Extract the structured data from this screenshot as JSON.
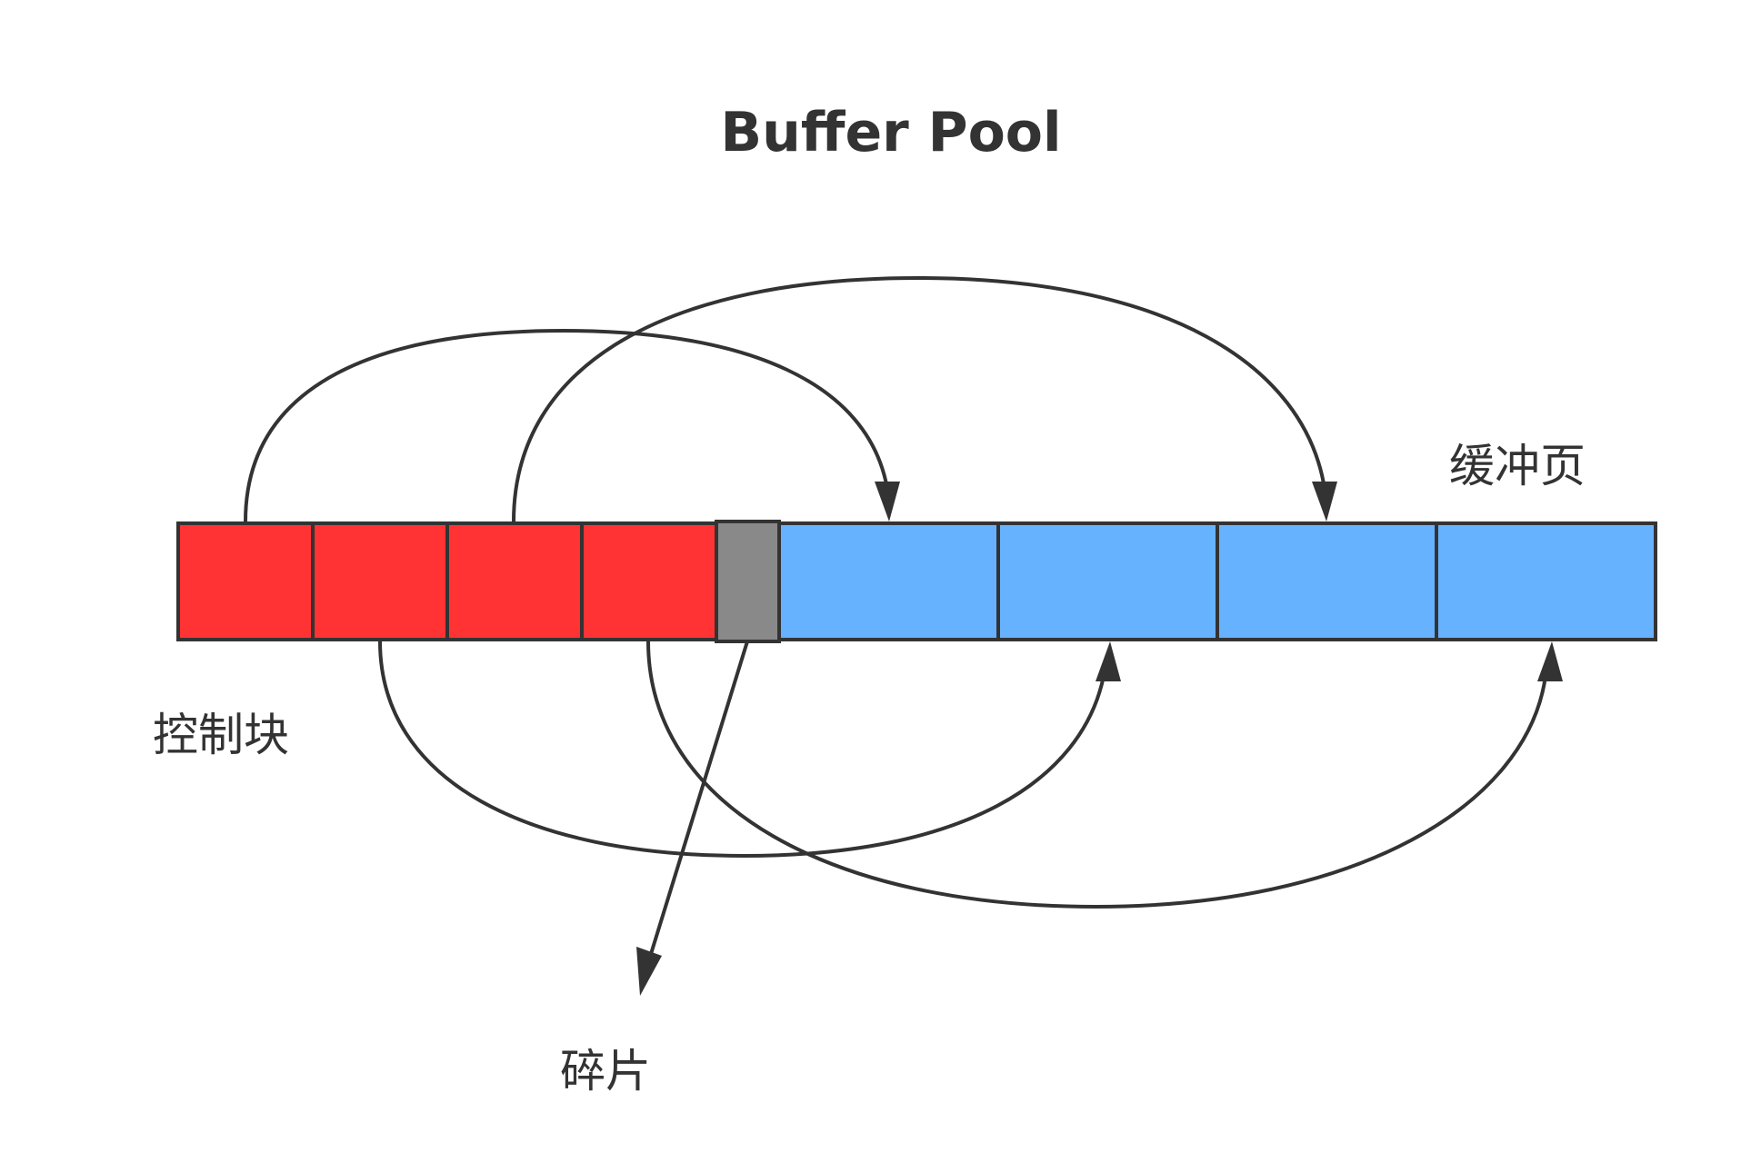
{
  "title": "Buffer Pool",
  "labels": {
    "control_blocks": "控制块",
    "buffer_pages": "缓冲页",
    "fragment": "碎片"
  },
  "blocks": {
    "control_block_count": 4,
    "buffer_page_count": 4,
    "fragment_count": 1
  },
  "colors": {
    "control_block": "#FF3334",
    "fragment": "#898989",
    "buffer_page": "#66B2FF",
    "stroke": "#333333",
    "background": "#FFFFFF"
  },
  "links": [
    {
      "from": "control-block-1",
      "to": "buffer-page-1"
    },
    {
      "from": "control-block-3",
      "to": "buffer-page-3"
    },
    {
      "from": "control-block-2",
      "to": "buffer-page-2"
    },
    {
      "from": "control-block-4",
      "to": "buffer-page-4"
    },
    {
      "from": "fragment-block",
      "to": "fragment-label"
    }
  ]
}
